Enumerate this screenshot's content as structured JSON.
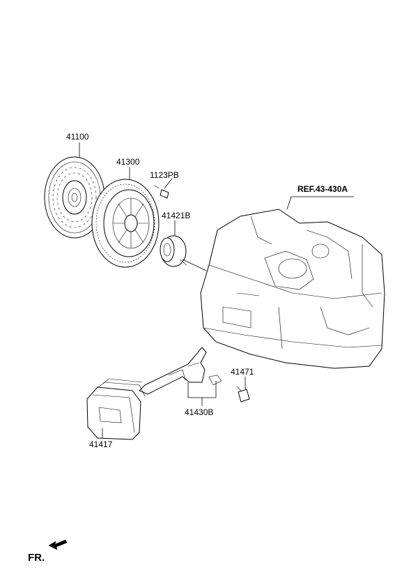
{
  "parts": {
    "clutch_disc": "41100",
    "clutch_cover": "41300",
    "bolt": "1123PB",
    "release_bearing": "41421B",
    "transaxle_ref": "REF.43-430A",
    "fulcrum": "41471",
    "release_fork": "41430B",
    "boot": "41417"
  },
  "direction": {
    "label": "FR."
  }
}
